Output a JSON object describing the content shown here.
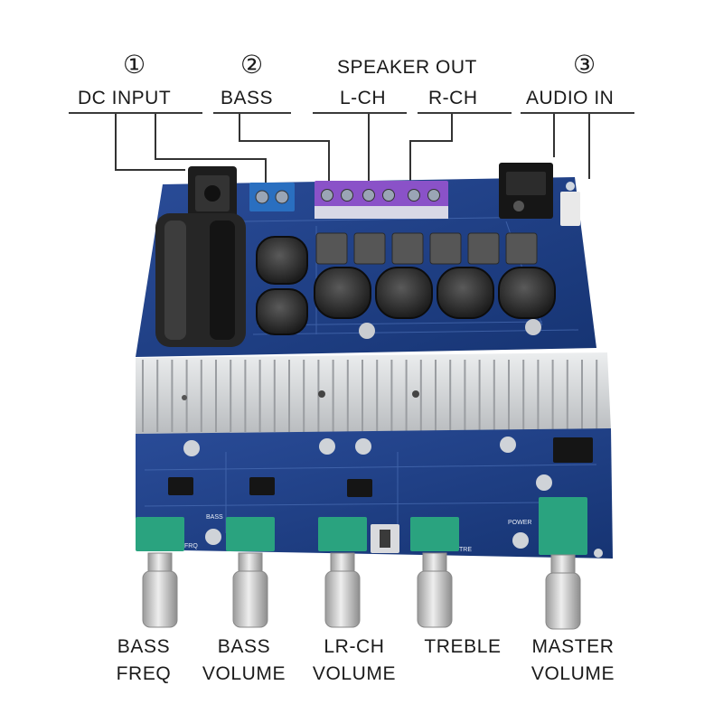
{
  "callouts": {
    "n1": "①",
    "n2": "②",
    "n3": "③",
    "dc_input": "DC  INPUT",
    "bass": "BASS",
    "speaker_out": "SPEAKER OUT",
    "l_ch": "L-CH",
    "r_ch": "R-CH",
    "audio_in": "AUDIO IN"
  },
  "knobs": {
    "bass_freq": [
      "BASS",
      "FREQ"
    ],
    "bass_volume": [
      "BASS",
      "VOLUME"
    ],
    "lr_ch_volume": [
      "LR-CH",
      "VOLUME"
    ],
    "treble": [
      "TREBLE"
    ],
    "master_volume": [
      "MASTER",
      "VOLUME"
    ]
  },
  "silkscreen": {
    "bass": "BASS",
    "freq": "FRQ",
    "trebl": "TRE",
    "power": "POWER"
  },
  "colors": {
    "pcb": "#1f3f86",
    "heatsink": "#d4d6d8",
    "terminal_blue": "#2a6fc0",
    "terminal_purple": "#8a52c8",
    "pot_green": "#2aa37f"
  }
}
